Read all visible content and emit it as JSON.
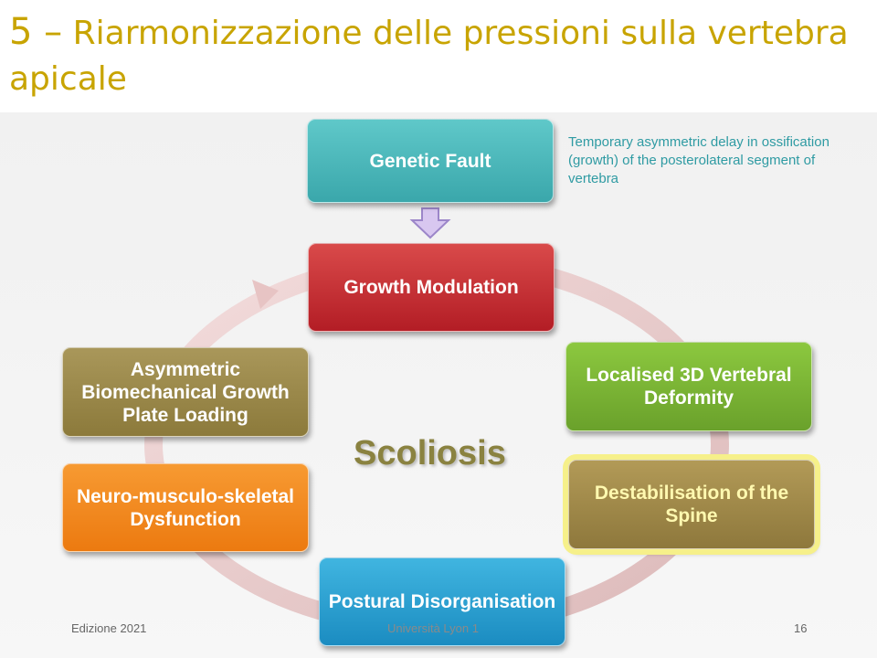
{
  "slide": {
    "title_number": "5 –",
    "title_text": "Riarmonizzazione delle pressioni sulla vertebra apicale"
  },
  "diagram": {
    "boxes": {
      "genetic": "Genetic Fault",
      "growth": "Growth Modulation",
      "localised": "Localised  3D Vertebral Deformity",
      "destabilisation": "Destabilisation of the Spine",
      "postural": "Postural Disorganisation",
      "neuro": "Neuro-musculo-skeletal Dysfunction",
      "asymmetric": "Asymmetric Biomechanical Growth Plate Loading"
    },
    "note": "Temporary asymmetric delay in ossification (growth) of the posterolateral segment of vertebra",
    "center_label": "Scoliosis",
    "colors": {
      "title": "#c8a400",
      "genetic": "#3aa7ab",
      "growth": "#b31d25",
      "localised": "#6aa12b",
      "destabilisation": "#8e783c",
      "postural": "#1b8cc1",
      "neuro": "#ec7a10",
      "asymmetric": "#8c7a3b",
      "ring": "#e8c9c9"
    }
  },
  "footer": {
    "left": "Edizione 2021",
    "center": "Università Lyon 1",
    "right": "16"
  }
}
